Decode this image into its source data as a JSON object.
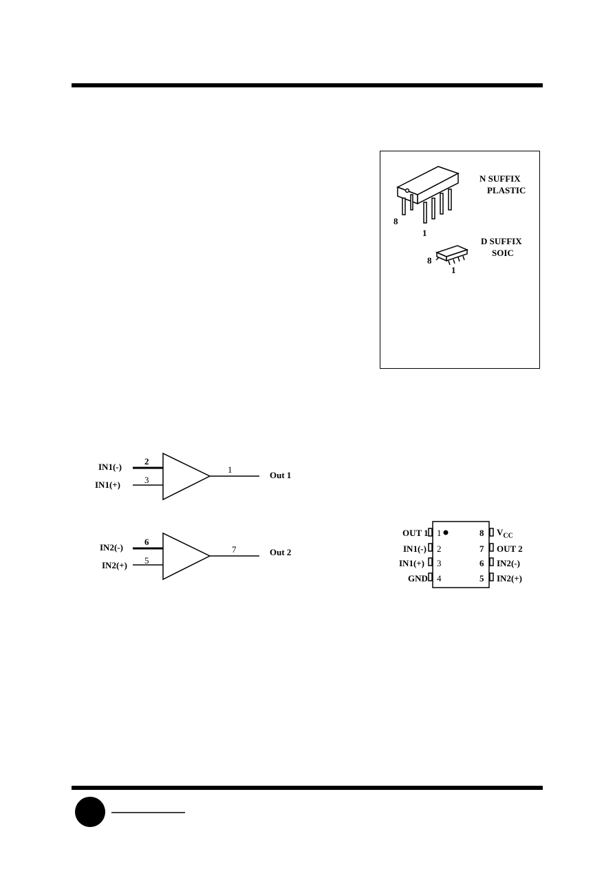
{
  "packages": {
    "n_suffix": {
      "name": "N SUFFIX",
      "type": "PLASTIC",
      "pin_top": "8",
      "pin_bottom": "1"
    },
    "d_suffix": {
      "name": "D SUFFIX",
      "type": "SOIC",
      "pin_top": "8",
      "pin_bottom": "1"
    }
  },
  "logic_diagram": {
    "amp1": {
      "in_neg": "IN1(-)",
      "in_pos": "IN1(+)",
      "pin_neg": "2",
      "pin_pos": "3",
      "pin_out": "1",
      "out": "Out 1"
    },
    "amp2": {
      "in_neg": "IN2(-)",
      "in_pos": "IN2(+)",
      "pin_neg": "6",
      "pin_pos": "5",
      "pin_out": "7",
      "out": "Out 2"
    }
  },
  "pinout": {
    "left": [
      {
        "name": "OUT 1",
        "num": "1"
      },
      {
        "name": "IN1(-)",
        "num": "2"
      },
      {
        "name": "IN1(+)",
        "num": "3"
      },
      {
        "name": "GND",
        "num": "4"
      }
    ],
    "right": [
      {
        "name": "V",
        "sub": "CC",
        "num": "8"
      },
      {
        "name": "OUT 2",
        "num": "7"
      },
      {
        "name": "IN2(-)",
        "num": "6"
      },
      {
        "name": "IN2(+)",
        "num": "5"
      }
    ]
  },
  "colors": {
    "ink": "#000000",
    "background": "#ffffff"
  }
}
